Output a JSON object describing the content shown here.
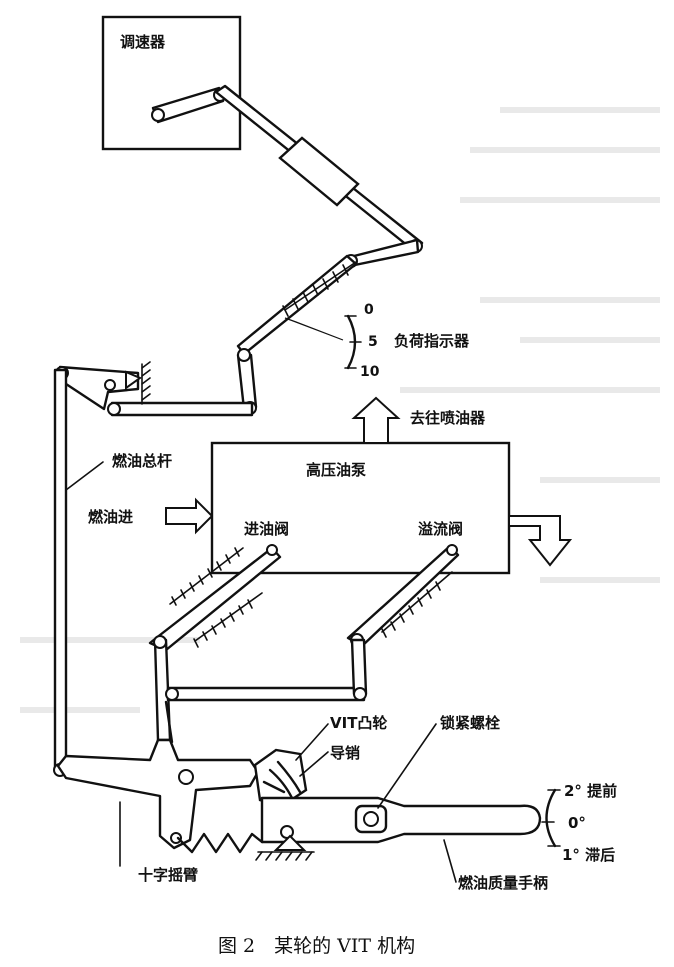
{
  "labels": {
    "governor": "调速器",
    "load_scale": [
      "0",
      "5",
      "10"
    ],
    "load_indicator": "负荷指示器",
    "to_injector": "去往喷油器",
    "fuel_lever": "燃油总杆",
    "fuel_in": "燃油进",
    "hp_pump": "高压油泵",
    "inlet_valve": "进油阀",
    "spill_valve": "溢流阀",
    "vit_cam": "VIT凸轮",
    "guide_pin": "导销",
    "lock_bolt": "锁紧螺栓",
    "advance": "2° 提前",
    "zero": "0°",
    "retard": "1° 滞后",
    "cross_rocker": "十字摇臂",
    "quality_handle": "燃油质量手柄"
  },
  "caption": "图 2　某轮的 VIT 机构"
}
